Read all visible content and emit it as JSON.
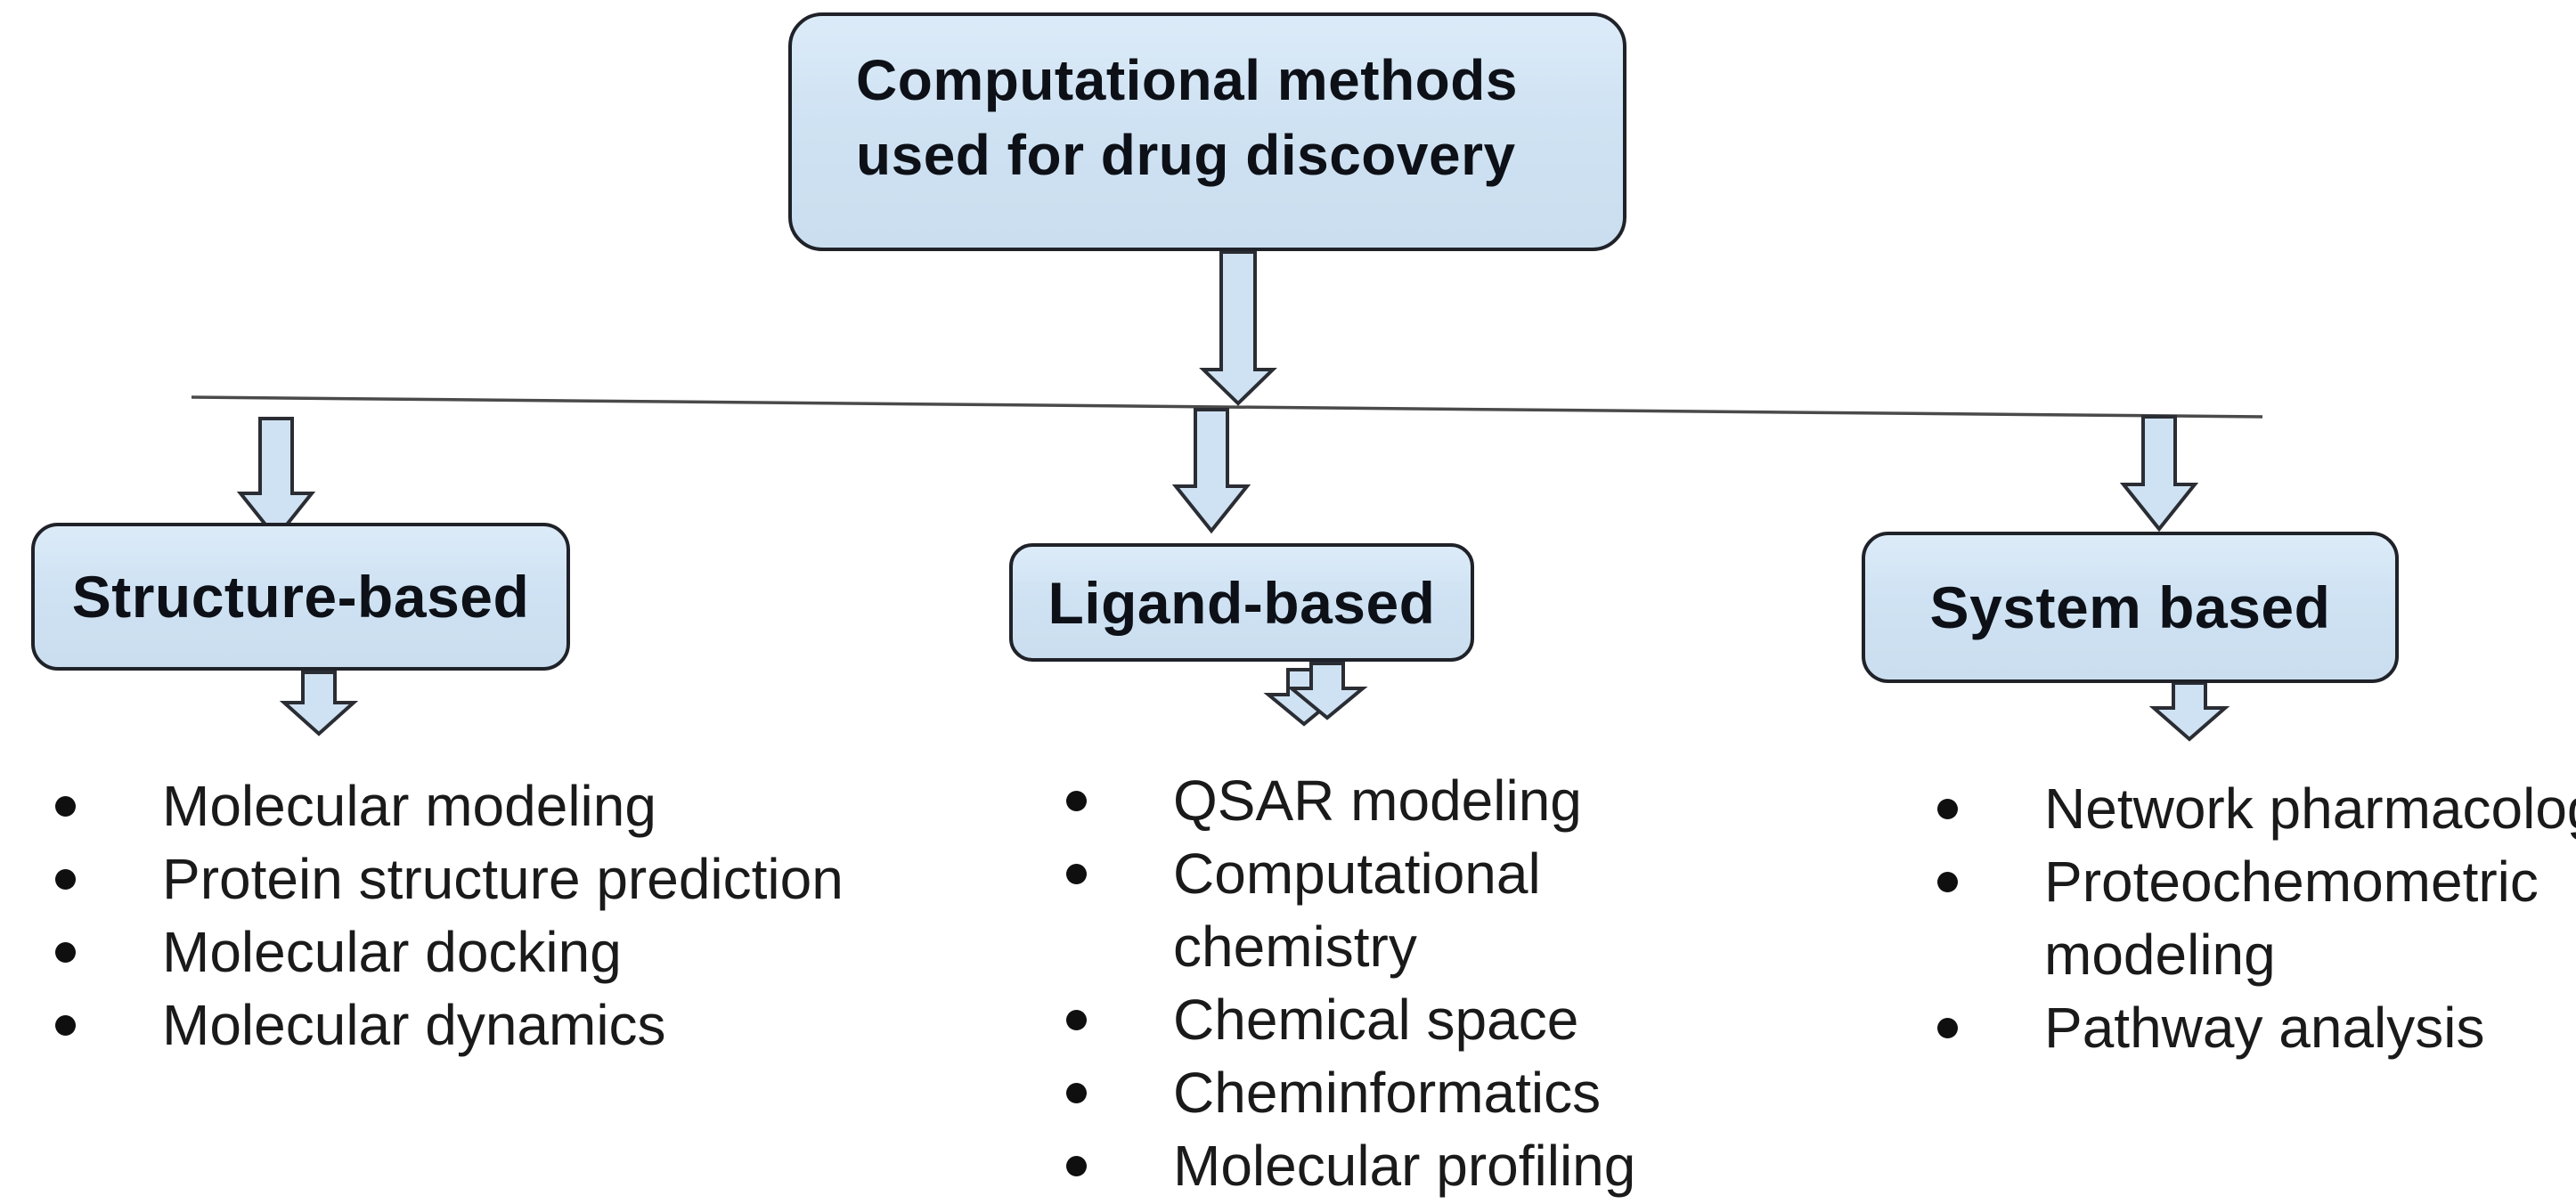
{
  "diagram": {
    "root_label": "Computational methods used for drug discovery",
    "branches": [
      {
        "label": "Structure-based",
        "items": [
          "Molecular modeling",
          "Protein structure prediction",
          "Molecular docking",
          "Molecular dynamics"
        ]
      },
      {
        "label": "Ligand-based",
        "items": [
          "QSAR modeling",
          "Computational chemistry",
          "Chemical space",
          "Cheminformatics",
          "Molecular profiling"
        ]
      },
      {
        "label": "System based",
        "items": [
          "Network pharmacology",
          "Proteochemometric modeling",
          "Pathway analysis"
        ]
      }
    ]
  },
  "colors": {
    "node_fill": "#cfe2f3",
    "node_border": "#1f2228",
    "arrow_fill": "#cfe2f3",
    "arrow_border": "#2a2d33",
    "connector": "#4a4a4a",
    "heading_text": "#0d1117",
    "list_text": "#1a1a1a",
    "page_bg": "#ffffff"
  }
}
